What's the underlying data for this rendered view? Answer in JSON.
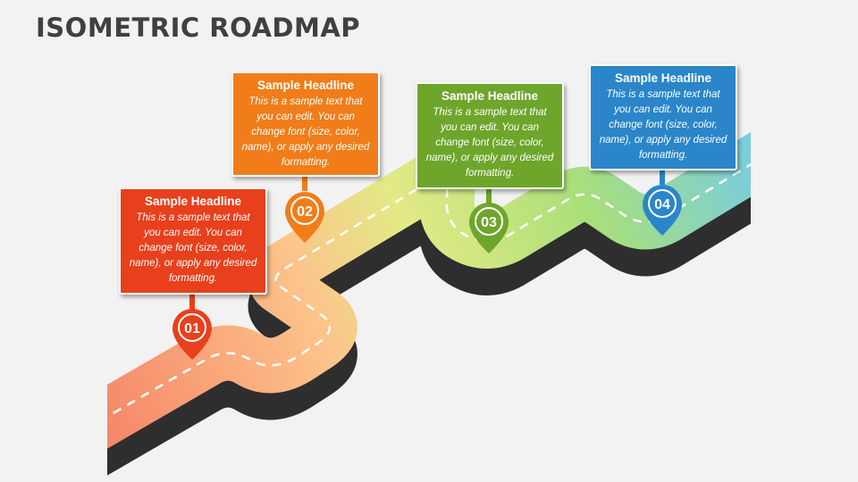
{
  "title": "ISOMETRIC ROADMAP",
  "colors": {
    "step1": "#e8401c",
    "step2": "#f07d19",
    "step3": "#6ea52b",
    "step4": "#2a86c9",
    "road_shadow": "#2e2e2e"
  },
  "steps": [
    {
      "number": "01",
      "headline": "Sample Headline",
      "text": "This is a sample text that you can edit. You can change font (size, color, name), or apply any desired formatting.",
      "icon": "map-pin-icon"
    },
    {
      "number": "02",
      "headline": "Sample Headline",
      "text": "This is a sample text that you can edit. You can change font (size, color, name), or apply any desired formatting.",
      "icon": "map-pin-icon"
    },
    {
      "number": "03",
      "headline": "Sample Headline",
      "text": "This is a sample text that you can edit. You can change font (size, color, name), or apply any desired formatting.",
      "icon": "map-pin-icon"
    },
    {
      "number": "04",
      "headline": "Sample Headline",
      "text": "This is a sample text that you can edit. You can change font (size, color, name), or apply any desired formatting.",
      "icon": "map-pin-icon"
    }
  ]
}
